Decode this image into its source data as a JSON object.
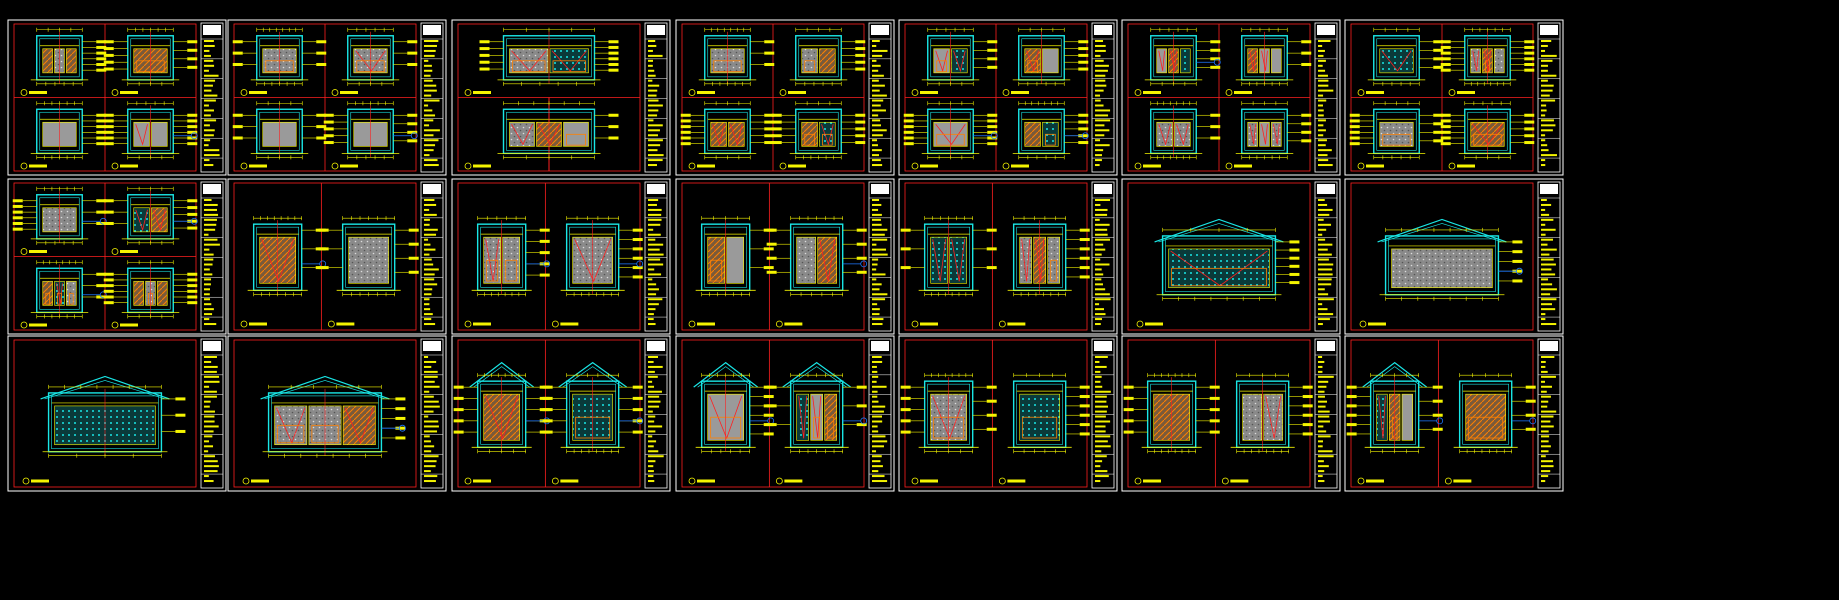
{
  "canvas": {
    "background": "#000000"
  },
  "palette": {
    "frame": "#ffffff",
    "red": "#ff2020",
    "cyan": "#19e6e6",
    "yellow": "#f4f400",
    "orange": "#ff8000",
    "gray": "#9a9a9a",
    "blue": "#1e78ff",
    "title_block_fill": "#d8d800"
  },
  "grid": {
    "rows": 3,
    "cols": 7
  },
  "sheets": [
    {
      "layout": "quad",
      "gable": false
    },
    {
      "layout": "quad",
      "gable": false
    },
    {
      "layout": "top-full",
      "gable": false
    },
    {
      "layout": "quad",
      "gable": false
    },
    {
      "layout": "quad",
      "gable": false
    },
    {
      "layout": "quad",
      "gable": false
    },
    {
      "layout": "quad",
      "gable": false
    },
    {
      "layout": "quad",
      "gable": false
    },
    {
      "layout": "pair",
      "gable": false
    },
    {
      "layout": "pair",
      "gable": false
    },
    {
      "layout": "pair",
      "gable": false
    },
    {
      "layout": "pair",
      "gable": false
    },
    {
      "layout": "single",
      "gable": true
    },
    {
      "layout": "single",
      "gable": true
    },
    {
      "layout": "single",
      "gable": true
    },
    {
      "layout": "single",
      "gable": true
    },
    {
      "layout": "pair",
      "gable": true
    },
    {
      "layout": "pair",
      "gable": true
    },
    {
      "layout": "pair",
      "gable": false
    },
    {
      "layout": "pair",
      "gable": false
    },
    {
      "layout": "pair",
      "gable": true
    }
  ]
}
